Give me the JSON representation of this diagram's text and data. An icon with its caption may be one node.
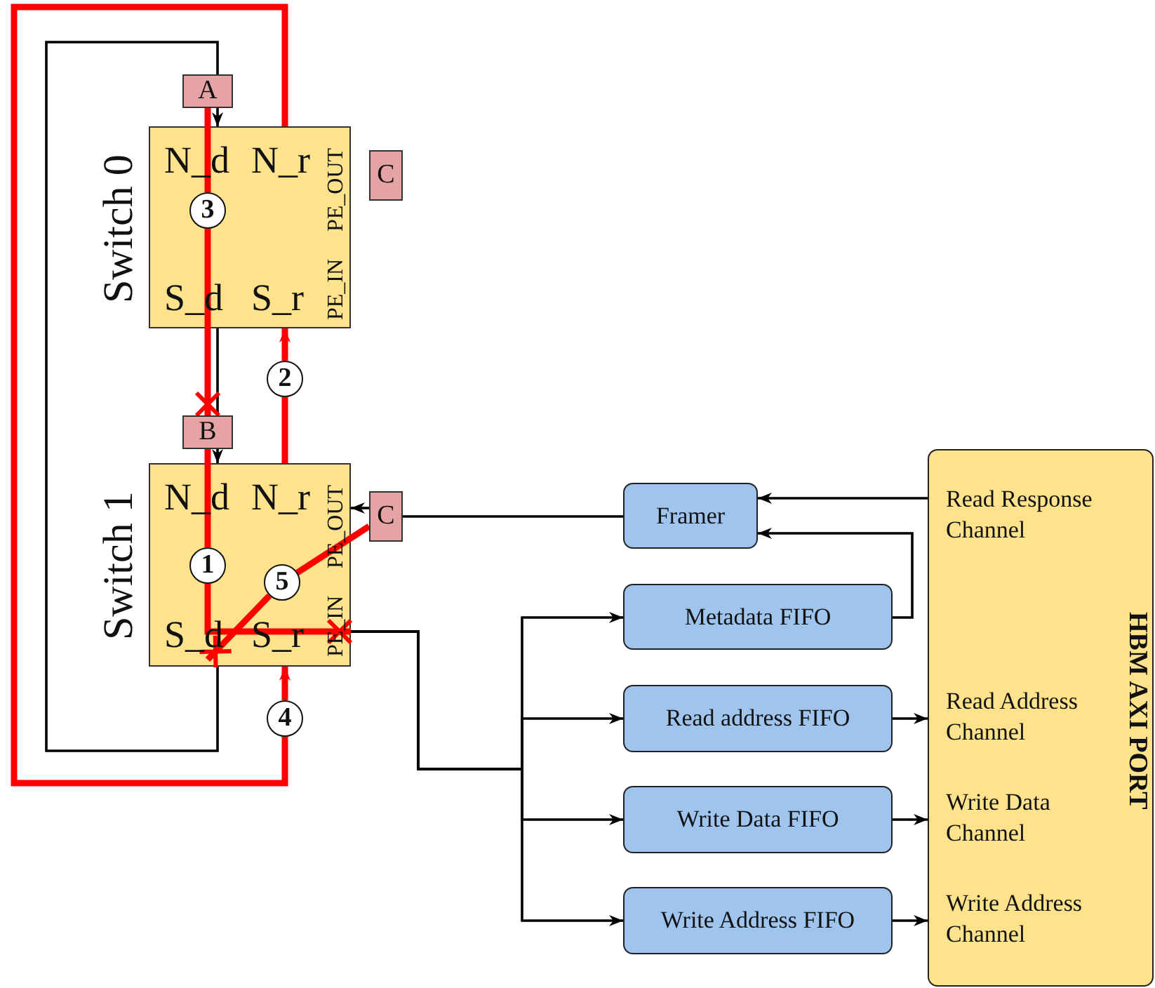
{
  "diagram": {
    "nodes": [
      {
        "text": [
          "A"
        ]
      },
      {
        "text": [
          "Switch 0",
          "N_d",
          "N_r",
          "S_d",
          "S_r",
          "PE_IN",
          "PE_OUT"
        ]
      },
      {
        "text": [
          "3"
        ],
        "in": 1
      },
      {
        "text": [
          "C"
        ]
      },
      {
        "text": [
          "2"
        ]
      },
      {
        "text": [
          "B"
        ]
      },
      {
        "text": [
          "Switch 1",
          "N_d",
          "N_r",
          "S_d",
          "S_r",
          "PE_IN",
          "PE_OUT"
        ]
      },
      {
        "text": [
          "1"
        ],
        "in": 6
      },
      {
        "text": [
          "5"
        ],
        "in": 6
      },
      {
        "text": [
          "C"
        ]
      },
      {
        "text": [
          "4"
        ]
      },
      {
        "text": [
          "Framer"
        ]
      },
      {
        "text": [
          "Metadata FIFO"
        ]
      },
      {
        "text": [
          "Read address FIFO"
        ]
      },
      {
        "text": [
          "Write Data FIFO"
        ]
      },
      {
        "text": [
          "Write Address FIFO"
        ]
      },
      {
        "text": [
          "HBM AXI PORT",
          "Read Response Channel",
          "Read Address Channel",
          "Write Data Channel",
          "Write Address Channel"
        ]
      }
    ],
    "edges": [
      {
        "from": 6,
        "to": 0,
        "arrow": "none"
      },
      {
        "from": 0,
        "to": 1,
        "arrow": "to"
      },
      {
        "from": 1,
        "to": 5,
        "arrow": "none"
      },
      {
        "from": 5,
        "to": 6,
        "arrow": "to"
      },
      {
        "from": 11,
        "to": 9,
        "arrow": "none"
      },
      {
        "from": 9,
        "to": 6,
        "arrow": "to"
      },
      {
        "from": 6,
        "to": 12,
        "arrow": "to"
      },
      {
        "from": 6,
        "to": 13,
        "arrow": "to"
      },
      {
        "from": 6,
        "to": 14,
        "arrow": "to"
      },
      {
        "from": 6,
        "to": 15,
        "arrow": "to"
      },
      {
        "from": 16,
        "to": 11,
        "arrow": "to"
      },
      {
        "from": 12,
        "to": 11,
        "arrow": "to"
      },
      {
        "from": 13,
        "to": 16,
        "arrow": "to"
      },
      {
        "from": 14,
        "to": 16,
        "arrow": "to"
      },
      {
        "from": 15,
        "to": 16,
        "arrow": "to"
      },
      {
        "from": 0,
        "to": 2,
        "arrow": "none",
        "style": "thick",
        "color": "#ff0000"
      },
      {
        "from": 2,
        "to": 5,
        "arrow": "other",
        "style": "thick",
        "color": "#ff0000"
      },
      {
        "from": 6,
        "to": 4,
        "arrow": "none",
        "style": "thick",
        "color": "#ff0000"
      },
      {
        "from": 4,
        "to": 1,
        "arrow": "to",
        "style": "thick",
        "color": "#ff0000"
      },
      {
        "from": 1,
        "to": 10,
        "arrow": "none",
        "style": "thick",
        "color": "#ff0000"
      },
      {
        "from": 10,
        "to": 6,
        "arrow": "to",
        "style": "thick",
        "color": "#ff0000"
      },
      {
        "from": 5,
        "to": 7,
        "arrow": "none",
        "style": "thick",
        "color": "#ff0000"
      },
      {
        "from": 7,
        "to": null,
        "arrow": "other",
        "style": "thick",
        "color": "#ff0000"
      },
      {
        "from": 9,
        "to": 8,
        "arrow": "none",
        "style": "thick",
        "color": "#ff0000"
      },
      {
        "from": 8,
        "to": null,
        "arrow": "other",
        "style": "thick",
        "color": "#ff0000"
      }
    ]
  }
}
